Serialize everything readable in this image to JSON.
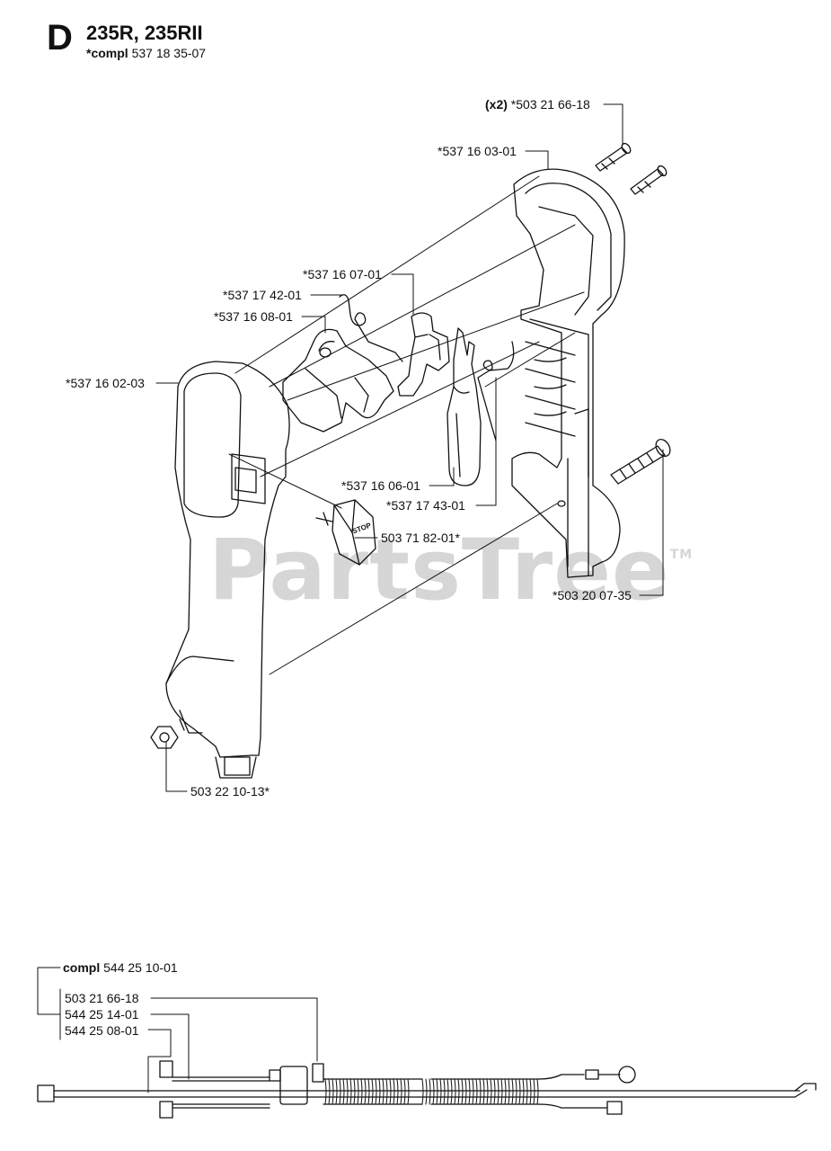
{
  "header": {
    "section_letter": "D",
    "models": "235R, 235RII",
    "compl_prefix": "*compl",
    "compl_number": "537 18 35-07"
  },
  "watermark": {
    "text": "PartsTree",
    "mark": "TM"
  },
  "parts": [
    {
      "id": "screw_top",
      "qty": "(x2)",
      "number": "*503 21 66-18"
    },
    {
      "id": "handle_right_half",
      "number": "*537 16 03-01"
    },
    {
      "id": "throttle_lockout",
      "number": "*537 16 07-01"
    },
    {
      "id": "spring_small",
      "number": "*537 17 42-01"
    },
    {
      "id": "throttle_trigger_housing",
      "number": "*537 16 08-01"
    },
    {
      "id": "handle_left_half",
      "number": "*537 16 02-03"
    },
    {
      "id": "throttle_lever",
      "number": "*537 16 06-01"
    },
    {
      "id": "spring_lever",
      "number": "*537 17 43-01"
    },
    {
      "id": "stop_switch",
      "number": "503 71 82-01*"
    },
    {
      "id": "screw_long",
      "number": "*503 20 07-35"
    },
    {
      "id": "nut",
      "number": "503 22 10-13*"
    }
  ],
  "stop_switch_text": "STOP",
  "cable_group": {
    "compl_prefix": "compl",
    "compl_number": "544 25 10-01",
    "items": [
      {
        "number": "503 21 66-18"
      },
      {
        "number": "544 25 14-01"
      },
      {
        "number": "544 25 08-01"
      }
    ]
  },
  "colors": {
    "ink": "#111111",
    "watermark": "#d6d6d6"
  }
}
